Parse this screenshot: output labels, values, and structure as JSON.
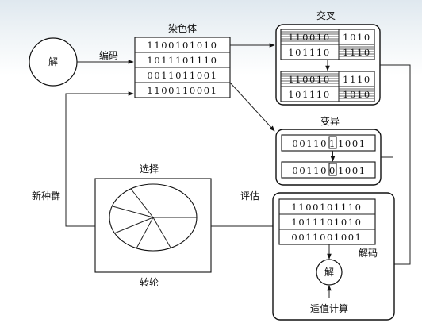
{
  "labels": {
    "solution": "解",
    "encode": "编码",
    "chromosome": "染色体",
    "crossover": "交叉",
    "mutation": "变异",
    "selection": "选择",
    "roulette": "转轮",
    "new_population": "新种群",
    "evaluate": "评估",
    "decode": "解码",
    "fitness": "适值计算",
    "decoded_solution": "解"
  },
  "chromosomes": [
    "1100101010",
    "1011101110",
    "0011011001",
    "1100110001"
  ],
  "crossover": {
    "before": [
      {
        "left": "110010",
        "right": "1010"
      },
      {
        "left": "101110",
        "right": "1110"
      }
    ],
    "after": [
      {
        "left": "110010",
        "right": "1110"
      },
      {
        "left": "101110",
        "right": "1010"
      }
    ]
  },
  "mutation": {
    "before": {
      "pre": "00110",
      "bit": "1",
      "post": "1001"
    },
    "after": {
      "pre": "00110",
      "bit": "0",
      "post": "1001"
    }
  },
  "evaluation": [
    "1100101110",
    "1011101010",
    "0011001001"
  ]
}
